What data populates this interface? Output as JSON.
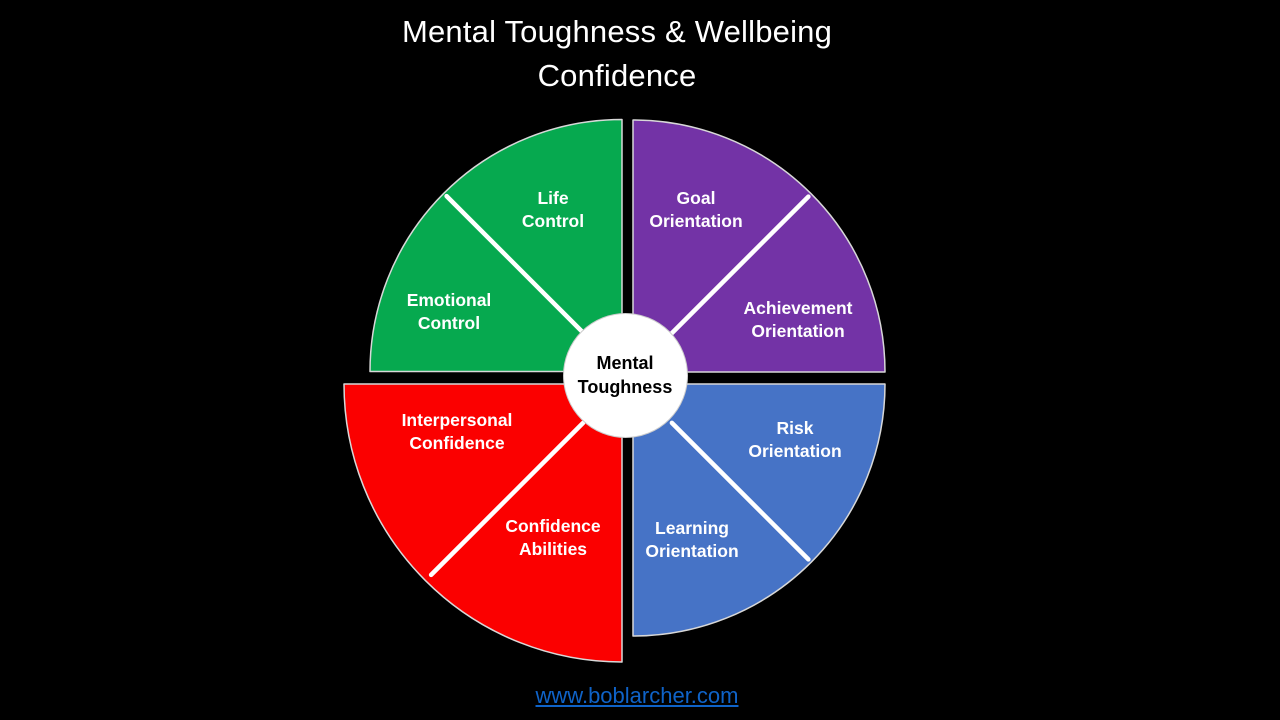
{
  "title": {
    "text": "Mental Toughness & Wellbeing\nConfidence"
  },
  "wheel": {
    "center_label": "Mental\nToughness",
    "quadrants": [
      {
        "position": "top-left",
        "color": "#06A94F",
        "segments": [
          "Life\nControl",
          "Emotional\nControl"
        ]
      },
      {
        "position": "top-right",
        "color": "#7333A6",
        "segments": [
          "Goal\nOrientation",
          "Achievement\nOrientation"
        ]
      },
      {
        "position": "bottom-left",
        "color": "#FB0000",
        "segments": [
          "Interpersonal\nConfidence",
          "Confidence\nAbilities"
        ]
      },
      {
        "position": "bottom-right",
        "color": "#4673C6",
        "segments": [
          "Risk\nOrientation",
          "Learning\nOrientation"
        ]
      }
    ],
    "divider_color": "#FFFFFF",
    "outline_color": "#D8D8D8",
    "center_fill": "#FFFFFF",
    "center_text_color": "#000000",
    "segment_text_color": "#FFFFFF"
  },
  "footer": {
    "link_text": "www.boblarcher.com",
    "link_color": "#0F63C8"
  },
  "background_color": "#000000",
  "title_color": "#FFFFFF"
}
